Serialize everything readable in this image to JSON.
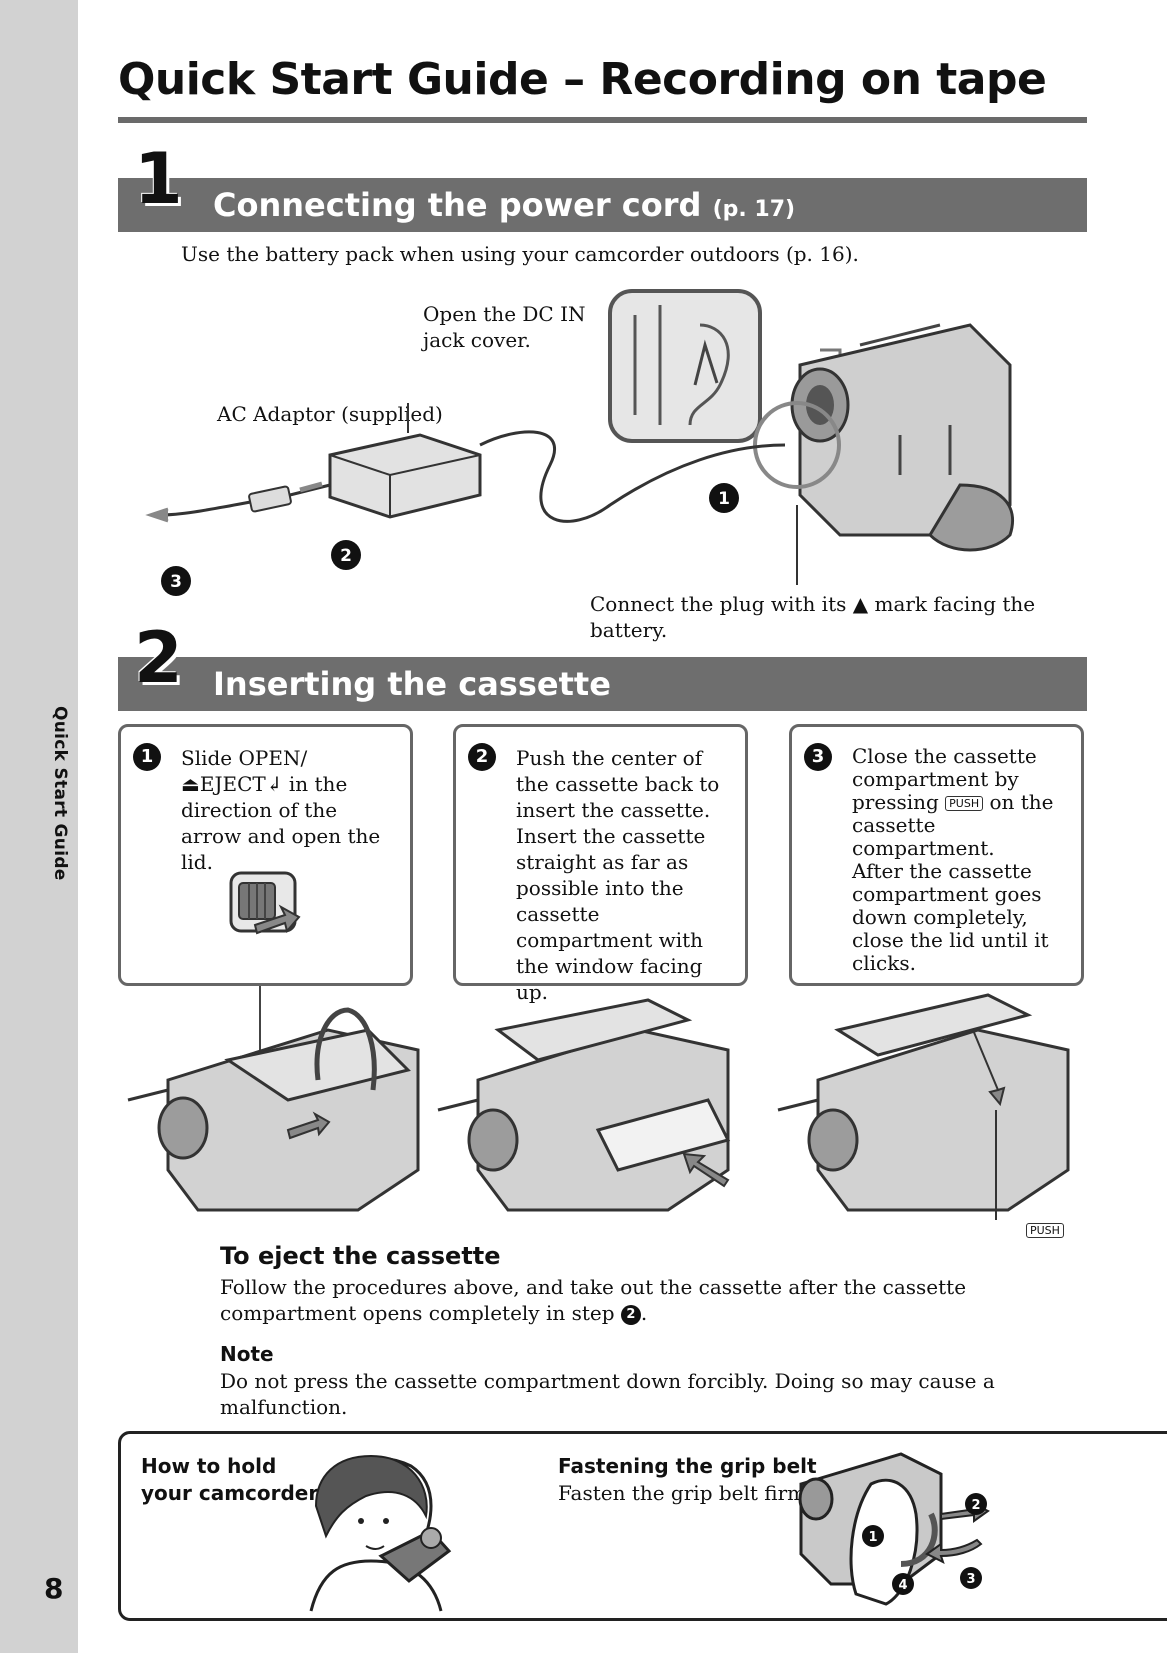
{
  "sidebar": {
    "label": "Quick Start Guide",
    "page_number": "8"
  },
  "title": "Quick Start Guide – Recording on tape",
  "section1": {
    "number": "1",
    "title": "Connecting the power cord",
    "ref": "(p. 17)",
    "intro": "Use the battery pack when using your camcorder outdoors (p. 16).",
    "callout_dc_in_1": "Open the DC IN",
    "callout_dc_in_2": "jack cover.",
    "callout_adaptor": "AC Adaptor (supplied)",
    "callout_plug_1": "Connect the plug with its ▲ mark facing the",
    "callout_plug_2": "battery.",
    "markers": [
      "1",
      "2",
      "3"
    ]
  },
  "section2": {
    "number": "2",
    "title": "Inserting the cassette",
    "steps": [
      {
        "num": "1",
        "text_a": "Slide OPEN/⏏EJECT",
        "text_b": " in the direction of the arrow and open the lid."
      },
      {
        "num": "2",
        "text": "Push the center of the cassette back to insert the cassette. Insert the cassette straight as far as possible into the cassette compartment with the window facing up."
      },
      {
        "num": "3",
        "text_a": "Close the cassette compartment by pressing ",
        "push": "PUSH",
        "text_b": " on the cassette compartment.",
        "text_c": "After the cassette compartment goes down completely, close the lid until it clicks."
      }
    ],
    "push_label": "PUSH"
  },
  "eject": {
    "heading": "To eject the cassette",
    "text_a": "Follow the procedures above, and take out the cassette after the cassette compartment opens completely in step ",
    "step_ref": "2",
    "text_b": "."
  },
  "note": {
    "heading": "Note",
    "text": "Do not press the cassette compartment down forcibly. Doing so may cause a malfunction."
  },
  "hold": {
    "title_1": "How to hold",
    "title_2": "your camcorder",
    "grip_title": "Fastening the grip belt",
    "grip_text": "Fasten the grip belt firmly.",
    "grip_markers": [
      "1",
      "2",
      "3",
      "4"
    ]
  }
}
